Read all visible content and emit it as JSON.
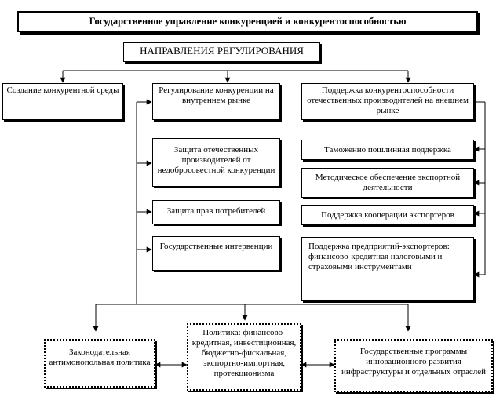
{
  "title": "Государственное управление конкуренцией и конкурентоспособностью",
  "subtitle": "НАПРАВЛЕНИЯ РЕГУЛИРОВАНИЯ",
  "columns": {
    "left": "Создание конкурентной среды",
    "center": "Регулирование конкуренции на внутреннем рынке",
    "right": "Поддержка конкурентоспособности отечественных производителей на внешнем рынке"
  },
  "center_items": [
    "Защита отечественных производителей от недобросовестной конкуренции",
    "Защита прав потребителей",
    "Государственные интервенции"
  ],
  "right_items": [
    "Таможенно пошлинная поддержка",
    "Методическое обеспечение экспортной деятельности",
    "Поддержка кооперации экспортеров",
    "Поддержка предприятий-экспортеров: финансово-кредитная налоговыми и страховыми инструментами"
  ],
  "bottom": {
    "left": "Законодательная антимонопольная политика",
    "center": "Политика: финансово-кредитная, инвестиционная, бюджетно-фискальная, экспортно-импортная, протекционизма",
    "right": "Государственные программы инновационного развития инфраструктуры и отдельных отраслей"
  }
}
